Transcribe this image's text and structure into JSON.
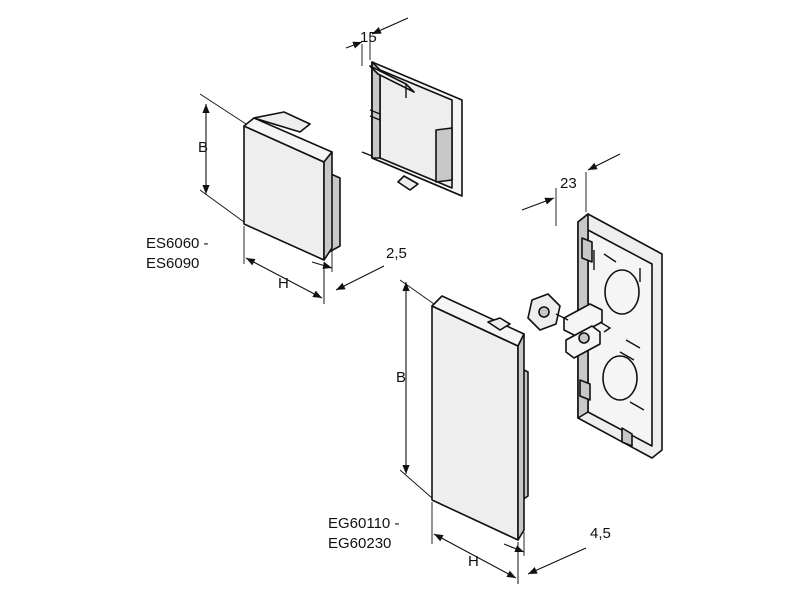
{
  "labels": {
    "top_cap_depth": "15",
    "small_cap_height": "B",
    "small_cap_width": "H",
    "small_cap_thickness": "2,5",
    "small_cap_model": "ES6060 -",
    "small_cap_model_2": "ES6090",
    "device_plate_depth": "23",
    "large_cap_height": "B",
    "large_cap_width": "H",
    "large_cap_thickness": "4,5",
    "large_cap_model": "EG60110 -",
    "large_cap_model_2": "EG60230"
  }
}
